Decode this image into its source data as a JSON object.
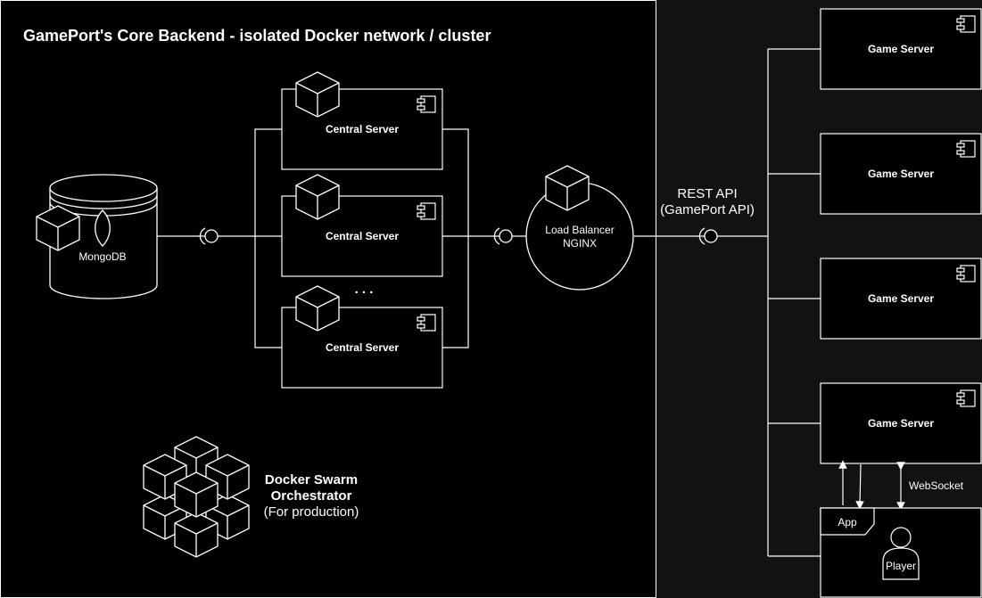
{
  "cluster": {
    "title": "GamePort's Core Backend - isolated Docker network / cluster"
  },
  "database": {
    "label": "MongoDB"
  },
  "central_servers": [
    {
      "label": "Central Server"
    },
    {
      "label": "Central Server"
    },
    {
      "label": "Central Server"
    }
  ],
  "ellipsis": ". . .",
  "load_balancer": {
    "line1": "Load Balancer",
    "line2": "NGINX"
  },
  "api": {
    "line1": "REST API",
    "line2": "(GamePort API)"
  },
  "game_servers": [
    {
      "label": "Game Server"
    },
    {
      "label": "Game Server"
    },
    {
      "label": "Game Server"
    },
    {
      "label": "Game Server"
    }
  ],
  "client": {
    "app_label": "App",
    "actor_label": "Player",
    "websocket_label": "WebSocket"
  },
  "orchestrator": {
    "line1": "Docker Swarm",
    "line2": "Orchestrator",
    "line3": "(For production)"
  },
  "colors": {
    "cluster_bg": "#000000",
    "outer_bg": "#121212",
    "stroke": "#ffffff"
  }
}
